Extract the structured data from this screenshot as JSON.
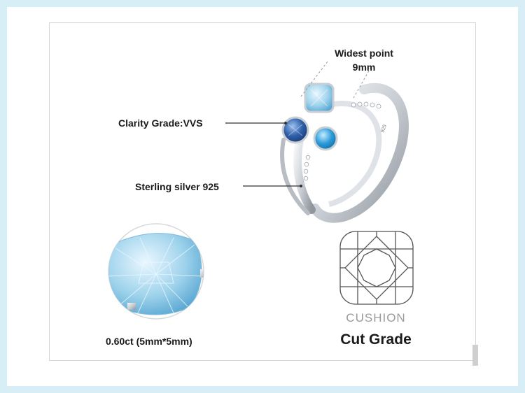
{
  "annotations": {
    "widest_point_line1": "Widest point",
    "widest_point_line2": "9mm",
    "clarity": "Clarity Grade:VVS",
    "material": "Sterling silver 925",
    "carat": "0.60ct (5mm*5mm)"
  },
  "cut": {
    "name": "CUSHION",
    "grade_label": "Cut Grade"
  },
  "colors": {
    "background": "#d7eef7",
    "stone_light_blue": "#9fd3ec",
    "stone_london_blue": "#2f5fa8",
    "stone_swiss_blue": "#2b9bd8",
    "silver": "#c9ced4"
  },
  "icons": [
    "ring-image",
    "gemstone-closeup-image",
    "cushion-cut-diagram-icon"
  ]
}
